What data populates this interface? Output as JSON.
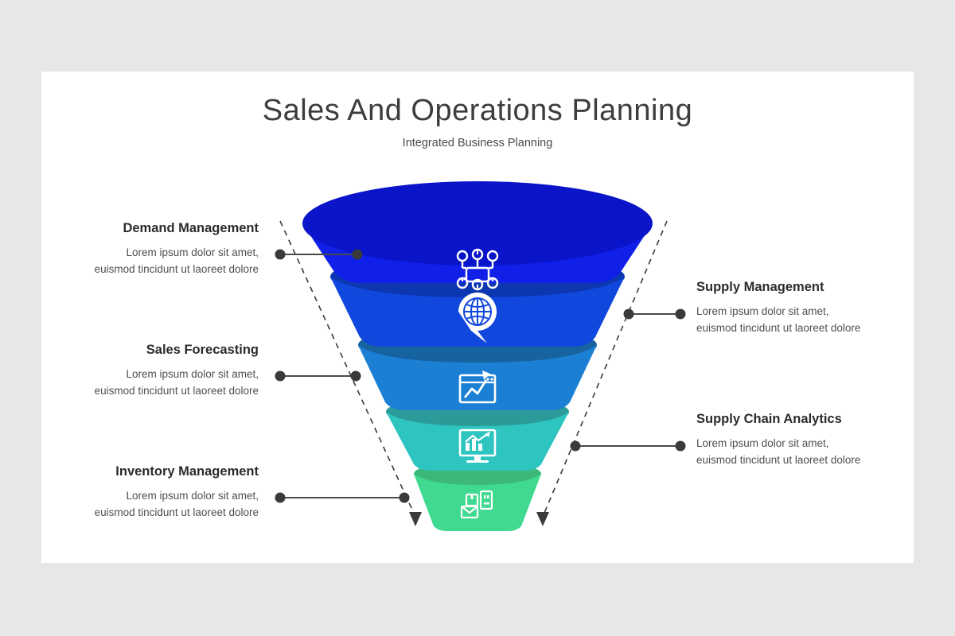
{
  "slide": {
    "title": "Sales And Operations Planning",
    "subtitle": "Integrated Business Planning",
    "background_color": "#e8e7e7",
    "card_color": "#ffffff"
  },
  "funnel": {
    "type": "funnel-diagram",
    "segment_count": 5,
    "segments": [
      {
        "id": "segment-1",
        "label": "Demand Management",
        "icon": "network-topology-icon",
        "body_color": "#1020e8",
        "rim_color": "#0a14c8",
        "top_width": 440,
        "bottom_width": 360
      },
      {
        "id": "segment-2",
        "label": "Supply Management",
        "icon": "globe-pin-icon",
        "body_color": "#1047dd",
        "rim_color": "#0c37b0",
        "top_width": 360,
        "bottom_width": 300
      },
      {
        "id": "segment-3",
        "label": "Sales Forecasting",
        "icon": "chart-window-icon",
        "body_color": "#1b7fd4",
        "rim_color": "#16639f",
        "top_width": 300,
        "bottom_width": 230
      },
      {
        "id": "segment-4",
        "label": "Supply Chain Analytics",
        "icon": "monitor-chart-icon",
        "body_color": "#2ec4c0",
        "rim_color": "#2a9b98",
        "top_width": 230,
        "bottom_width": 160
      },
      {
        "id": "segment-5",
        "label": "Inventory Management",
        "icon": "boxes-package-icon",
        "body_color": "#3fd98f",
        "rim_color": "#3cb878",
        "top_width": 160,
        "bottom_width": 110
      }
    ],
    "guide_line_color": "#3a3a3a",
    "connector_color": "#4a4a4a",
    "connector_dot_color": "#3a3a3a"
  },
  "labels": {
    "left": [
      {
        "title": "Demand Management",
        "desc": "Lorem ipsum dolor sit amet,\neuismod tincidunt ut laoreet dolore"
      },
      {
        "title": "Sales Forecasting",
        "desc": "Lorem ipsum dolor sit amet,\neuismod tincidunt ut laoreet dolore"
      },
      {
        "title": "Inventory Management",
        "desc": "Lorem ipsum dolor sit amet,\neuismod tincidunt ut laoreet dolore"
      }
    ],
    "right": [
      {
        "title": "Supply Management",
        "desc": "Lorem ipsum dolor sit amet,\neuismod tincidunt ut laoreet dolore"
      },
      {
        "title": "Supply Chain Analytics",
        "desc": "Lorem ipsum dolor sit amet,\neuismod tincidunt ut laoreet dolore"
      }
    ]
  }
}
